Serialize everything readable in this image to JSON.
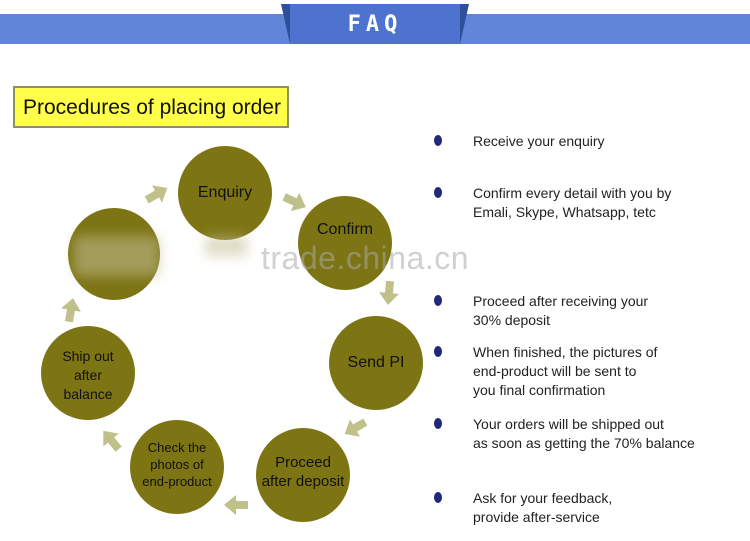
{
  "header": {
    "title": "FAQ"
  },
  "procedure": {
    "title": "Procedures of placing order"
  },
  "cycle": {
    "nodes": [
      {
        "id": "enquiry",
        "label": "Enquiry"
      },
      {
        "id": "confirm",
        "label": "Confirm"
      },
      {
        "id": "send_pi",
        "label": "Send PI"
      },
      {
        "id": "proceed",
        "label": "Proceed\nafter deposit"
      },
      {
        "id": "check_photos",
        "label": "Check the\nphotos of\nend-product"
      },
      {
        "id": "ship_out",
        "label": "Ship out\nafter\nbalance"
      },
      {
        "id": "hidden",
        "label": ""
      }
    ],
    "circle_color": "#7d7414",
    "arrow_color": "#bfc08a"
  },
  "steps": [
    "Receive your enquiry",
    "Confirm every detail with you by\nEmali, Skype, Whatsapp, tetc",
    "Proceed after receiving your\n30% deposit",
    "When finished, the pictures of\nend-product will be sent to\nyou final confirmation",
    "Your orders will be shipped out\nas soon as getting the 70% balance",
    "Ask for your feedback,\nprovide after-service"
  ],
  "watermark": "trade.china.cn",
  "colors": {
    "banner": "#5f86d8",
    "tab": "#4e73cf",
    "title_box": "#ffff4a",
    "bullet": "#20287a"
  }
}
